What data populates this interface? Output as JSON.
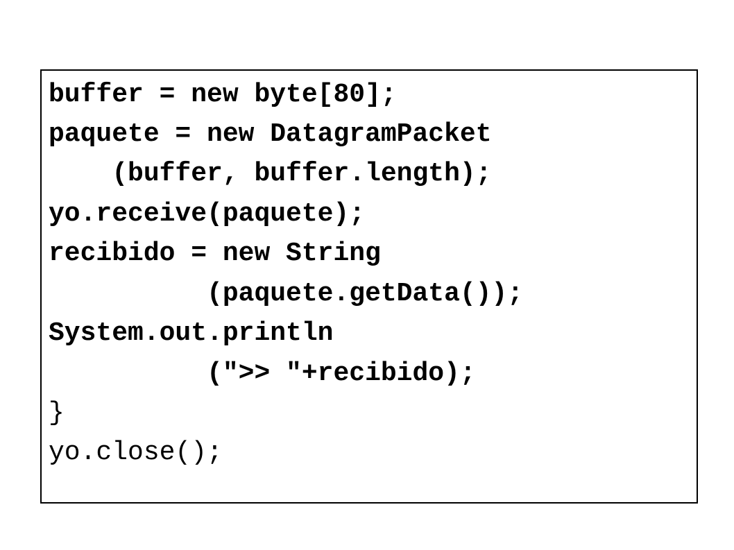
{
  "code": {
    "lines": [
      "buffer = new byte[80];",
      "paquete = new DatagramPacket",
      "    (buffer, buffer.length);",
      "yo.receive(paquete);",
      "recibido = new String",
      "          (paquete.getData());",
      "System.out.println",
      "          (\">> \"+recibido);",
      "}",
      "yo.close();"
    ]
  }
}
